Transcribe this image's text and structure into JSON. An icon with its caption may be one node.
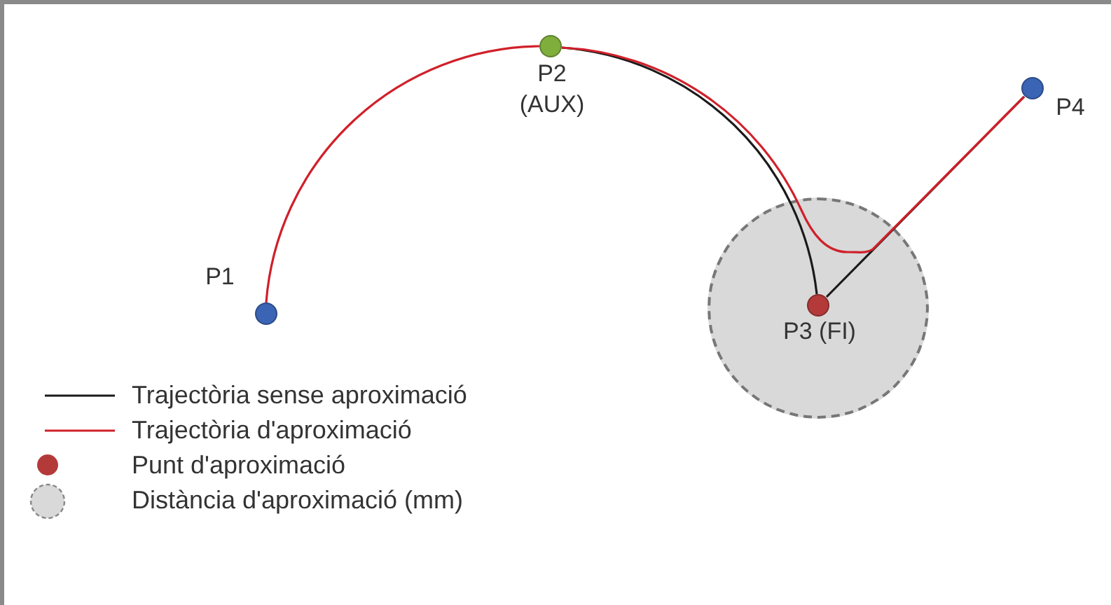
{
  "diagram": {
    "nodes": [
      {
        "text": [
          "P1"
        ]
      },
      {
        "text": [
          "P2 (AUX)"
        ]
      },
      {
        "text": [],
        "shape": "circle"
      },
      {
        "text": [
          "P3 (FI)"
        ],
        "in": 2
      },
      {
        "text": [
          "P4"
        ]
      }
    ],
    "edges": [
      {
        "from": 0,
        "to": 1,
        "arrow": "none",
        "color": "#d0202a"
      },
      {
        "from": 1,
        "to": 3,
        "arrow": "none",
        "color": "#1a1a1a"
      },
      {
        "from": 3,
        "to": 4,
        "arrow": "none",
        "color": "#1a1a1a"
      },
      {
        "from": 1,
        "to": 4,
        "arrow": "none",
        "color": "#d0202a"
      }
    ],
    "legend": [
      {
        "text": "Trajectòria sense aproximació"
      },
      {
        "text": "Trajectòria d'aproximació"
      },
      {
        "text": "Punt d'aproximació"
      },
      {
        "text": "Distància d'aproximació (mm)"
      }
    ]
  }
}
